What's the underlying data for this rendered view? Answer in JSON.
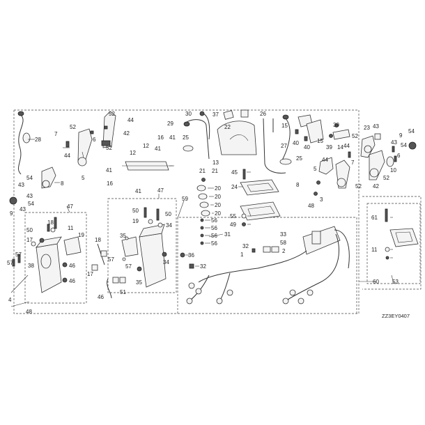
{
  "diagram_code": "ZZ3EY0407",
  "callouts": [
    {
      "id": "c28",
      "label": "28"
    },
    {
      "id": "c7a",
      "label": "7"
    },
    {
      "id": "c52a",
      "label": "52"
    },
    {
      "id": "c44a",
      "label": "44"
    },
    {
      "id": "c6a",
      "label": "6"
    },
    {
      "id": "c5a",
      "label": "5"
    },
    {
      "id": "c52b",
      "label": "52"
    },
    {
      "id": "c44b",
      "label": "44"
    },
    {
      "id": "c42a",
      "label": "42"
    },
    {
      "id": "c52c",
      "label": "52"
    },
    {
      "id": "c12a",
      "label": "12"
    },
    {
      "id": "c12b",
      "label": "12"
    },
    {
      "id": "c41a",
      "label": "41"
    },
    {
      "id": "c16a",
      "label": "16"
    },
    {
      "id": "c41b",
      "label": "41"
    },
    {
      "id": "c41c",
      "label": "41"
    },
    {
      "id": "c16b",
      "label": "16"
    },
    {
      "id": "c41d",
      "label": "41"
    },
    {
      "id": "c8a",
      "label": "8"
    },
    {
      "id": "c43a",
      "label": "43"
    },
    {
      "id": "c54a",
      "label": "54"
    },
    {
      "id": "c43b",
      "label": "43"
    },
    {
      "id": "c54b",
      "label": "54"
    },
    {
      "id": "c9a",
      "label": "9"
    },
    {
      "id": "c43c",
      "label": "43"
    },
    {
      "id": "c30",
      "label": "30"
    },
    {
      "id": "c37",
      "label": "37"
    },
    {
      "id": "c22",
      "label": "22"
    },
    {
      "id": "c29",
      "label": "29"
    },
    {
      "id": "c25a",
      "label": "25"
    },
    {
      "id": "c13",
      "label": "13"
    },
    {
      "id": "c21a",
      "label": "21"
    },
    {
      "id": "c21b",
      "label": "21"
    },
    {
      "id": "c20a",
      "label": "20"
    },
    {
      "id": "c20b",
      "label": "20"
    },
    {
      "id": "c20c",
      "label": "20"
    },
    {
      "id": "c20d",
      "label": "20"
    },
    {
      "id": "c56a",
      "label": "56"
    },
    {
      "id": "c56b",
      "label": "56"
    },
    {
      "id": "c56c",
      "label": "56"
    },
    {
      "id": "c56d",
      "label": "56"
    },
    {
      "id": "c45",
      "label": "45"
    },
    {
      "id": "c24",
      "label": "24"
    },
    {
      "id": "c55",
      "label": "55"
    },
    {
      "id": "c49",
      "label": "49"
    },
    {
      "id": "c31",
      "label": "31"
    },
    {
      "id": "c26",
      "label": "26"
    },
    {
      "id": "c27",
      "label": "27"
    },
    {
      "id": "c25b",
      "label": "25"
    },
    {
      "id": "c15a",
      "label": "15"
    },
    {
      "id": "c40a",
      "label": "40"
    },
    {
      "id": "c15b",
      "label": "15"
    },
    {
      "id": "c39a",
      "label": "39"
    },
    {
      "id": "c40b",
      "label": "40"
    },
    {
      "id": "c39b",
      "label": "39"
    },
    {
      "id": "c14",
      "label": "14"
    },
    {
      "id": "c52d",
      "label": "52"
    },
    {
      "id": "c44c",
      "label": "44"
    },
    {
      "id": "c7b",
      "label": "7"
    },
    {
      "id": "c23",
      "label": "23"
    },
    {
      "id": "c43d",
      "label": "43"
    },
    {
      "id": "c9b",
      "label": "9"
    },
    {
      "id": "c54c",
      "label": "54"
    },
    {
      "id": "c43e",
      "label": "43"
    },
    {
      "id": "c54d",
      "label": "54"
    },
    {
      "id": "c10",
      "label": "10"
    },
    {
      "id": "c6b",
      "label": "6"
    },
    {
      "id": "c52e",
      "label": "52"
    },
    {
      "id": "c44d",
      "label": "44"
    },
    {
      "id": "c5b",
      "label": "5"
    },
    {
      "id": "c8b",
      "label": "8"
    },
    {
      "id": "c52f",
      "label": "52"
    },
    {
      "id": "c42b",
      "label": "42"
    },
    {
      "id": "c3",
      "label": "3"
    },
    {
      "id": "c48a",
      "label": "48"
    },
    {
      "id": "c47a",
      "label": "47"
    },
    {
      "id": "c50a",
      "label": "50"
    },
    {
      "id": "c18a",
      "label": "18"
    },
    {
      "id": "c17a",
      "label": "17"
    },
    {
      "id": "c19a",
      "label": "19"
    },
    {
      "id": "c11",
      "label": "11"
    },
    {
      "id": "c38",
      "label": "38"
    },
    {
      "id": "c57a",
      "label": "57"
    },
    {
      "id": "c57b",
      "label": "57"
    },
    {
      "id": "c46a",
      "label": "46"
    },
    {
      "id": "c46b",
      "label": "46"
    },
    {
      "id": "c4",
      "label": "4"
    },
    {
      "id": "c48b",
      "label": "48"
    },
    {
      "id": "c47b",
      "label": "47"
    },
    {
      "id": "c50b",
      "label": "50"
    },
    {
      "id": "c50c",
      "label": "50"
    },
    {
      "id": "c19b",
      "label": "19"
    },
    {
      "id": "c34a",
      "label": "34"
    },
    {
      "id": "c35a",
      "label": "35"
    },
    {
      "id": "c18b",
      "label": "18"
    },
    {
      "id": "c17b",
      "label": "17"
    },
    {
      "id": "c57c",
      "label": "57"
    },
    {
      "id": "c57d",
      "label": "57"
    },
    {
      "id": "c34b",
      "label": "34"
    },
    {
      "id": "c35b",
      "label": "35"
    },
    {
      "id": "c46c",
      "label": "46"
    },
    {
      "id": "c51",
      "label": "51"
    },
    {
      "id": "c59",
      "label": "59"
    },
    {
      "id": "c36",
      "label": "36"
    },
    {
      "id": "c32a",
      "label": "32"
    },
    {
      "id": "c32b",
      "label": "32"
    },
    {
      "id": "c33",
      "label": "33"
    },
    {
      "id": "c58",
      "label": "58"
    },
    {
      "id": "c1",
      "label": "1"
    },
    {
      "id": "c2",
      "label": "2"
    },
    {
      "id": "c60",
      "label": "60"
    },
    {
      "id": "c53",
      "label": "53"
    },
    {
      "id": "c61",
      "label": "61"
    },
    {
      "id": "c11b",
      "label": "11"
    }
  ]
}
